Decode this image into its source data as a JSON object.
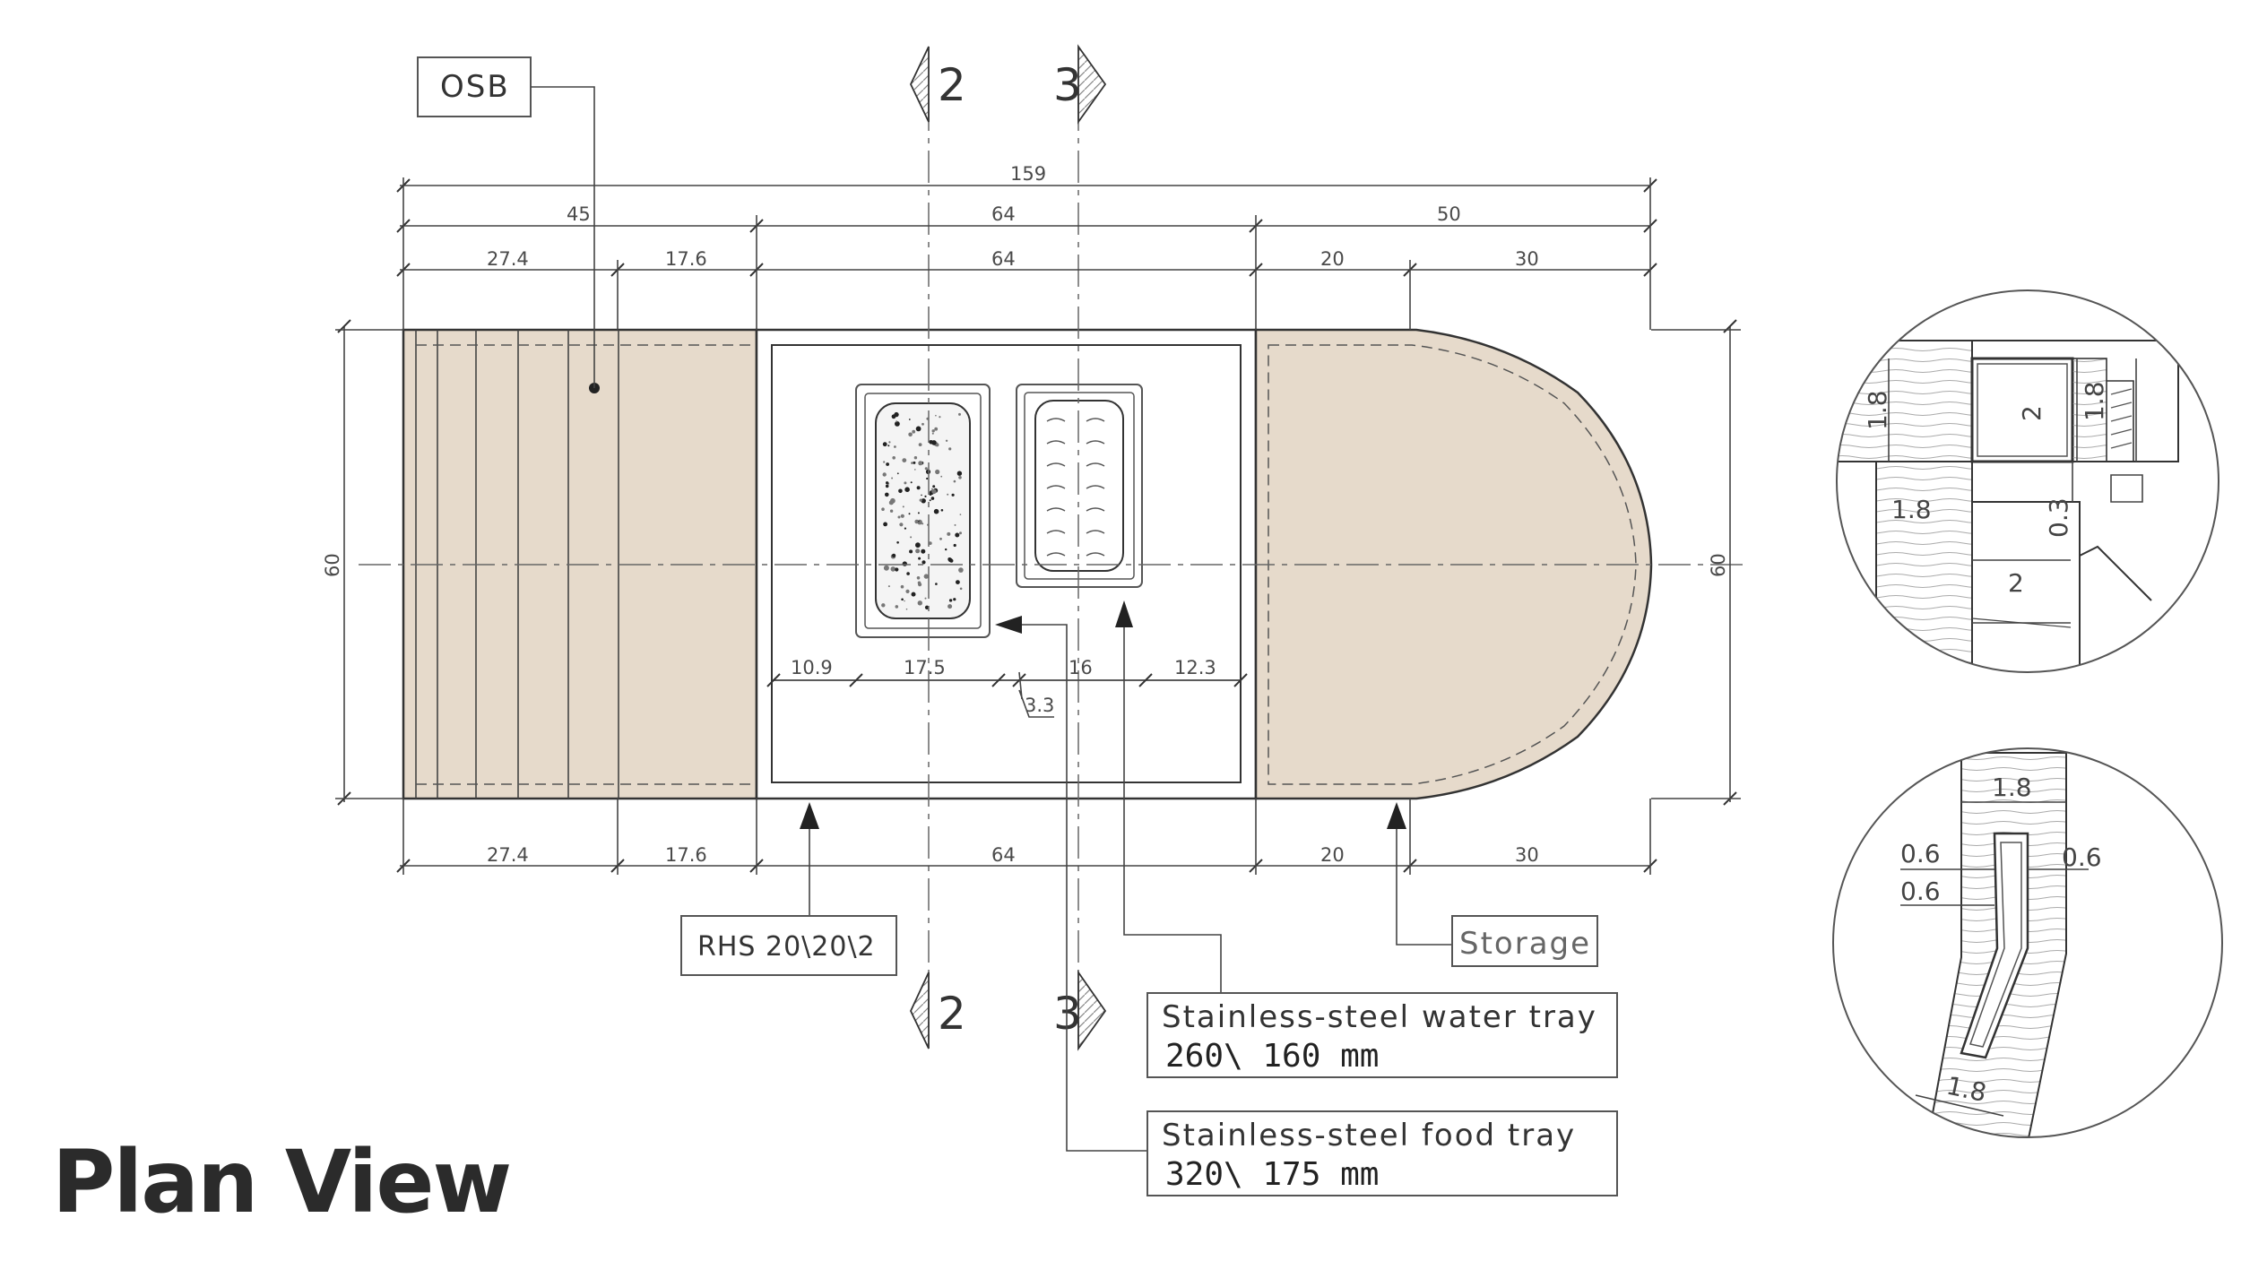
{
  "title": "Plan View",
  "section_marks": {
    "section_2": "2",
    "section_3": "3"
  },
  "dimensions": {
    "overall": "159",
    "row2": [
      "45",
      "64",
      "50"
    ],
    "row3": [
      "27.4",
      "17.6",
      "64",
      "20",
      "30"
    ],
    "bottom": [
      "27.4",
      "17.6",
      "64",
      "20",
      "30"
    ],
    "depth_left": "60",
    "depth_right": "60",
    "inner": [
      "10.9",
      "17.5",
      "16",
      "12.3"
    ],
    "gap": "3.3"
  },
  "labels": {
    "osb": "OSB",
    "rhs": "RHS 20\\20\\2",
    "storage": "Storage",
    "water_tray_line1": "Stainless-steel water tray",
    "water_tray_line2": "260\\ 160 mm",
    "food_tray_line1": "Stainless-steel food tray",
    "food_tray_line2": "320\\ 175 mm"
  },
  "detail_top": {
    "dims": [
      "1.8",
      "2",
      "1.8",
      "1.8",
      "0.3",
      "2"
    ]
  },
  "detail_bottom": {
    "dims": [
      "1.8",
      "0.6",
      "0.6",
      "0.6",
      "1.8"
    ]
  },
  "colors": {
    "wood_fill": "#e6dacb",
    "line": "#333333"
  }
}
